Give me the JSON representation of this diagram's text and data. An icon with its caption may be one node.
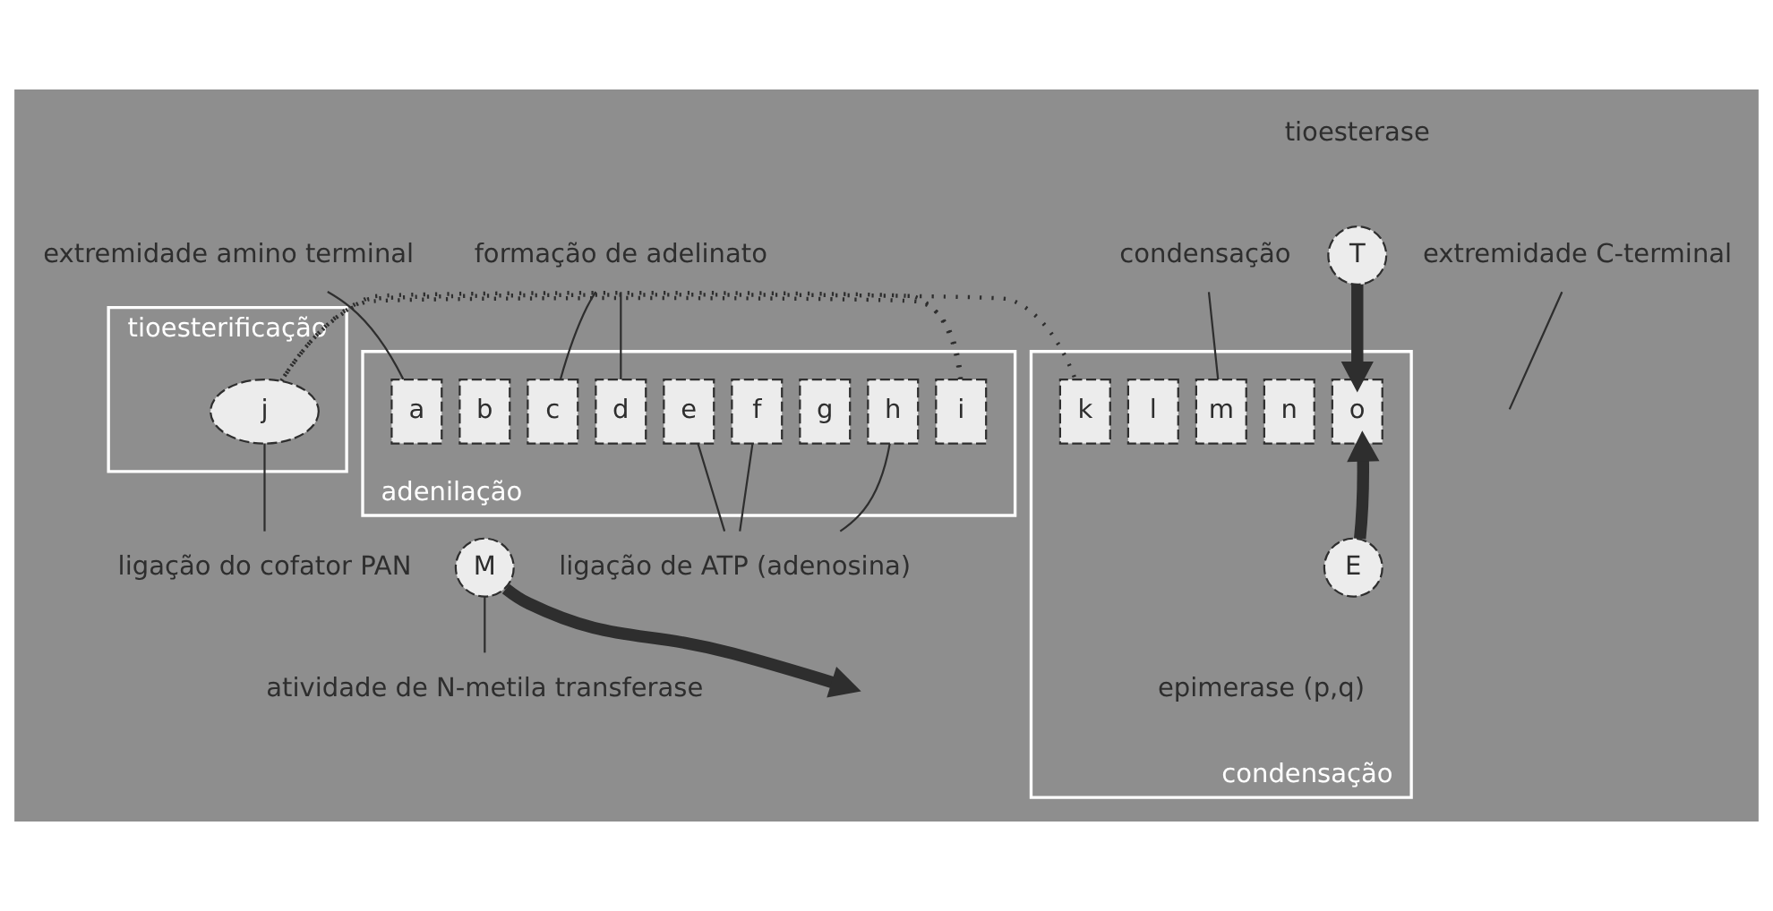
{
  "diagram": {
    "nodes": [
      {
        "text": [
          "adenilação"
        ]
      },
      {
        "text": [
          "a"
        ],
        "in": 0
      },
      {
        "text": [
          "b"
        ],
        "in": 0
      },
      {
        "text": [
          "c"
        ],
        "in": 0
      },
      {
        "text": [
          "d"
        ],
        "in": 0
      },
      {
        "text": [
          "e"
        ],
        "in": 0
      },
      {
        "text": [
          "f"
        ],
        "in": 0
      },
      {
        "text": [
          "g"
        ],
        "in": 0
      },
      {
        "text": [
          "h"
        ],
        "in": 0
      },
      {
        "text": [
          "i"
        ],
        "in": 0
      },
      {
        "text": [
          "tioesterificação"
        ]
      },
      {
        "text": [
          "j"
        ],
        "in": 10
      },
      {
        "text": [
          "condensação"
        ]
      },
      {
        "text": [
          "k"
        ],
        "in": 12
      },
      {
        "text": [
          "l"
        ],
        "in": 12
      },
      {
        "text": [
          "m"
        ],
        "in": 12
      },
      {
        "text": [
          "n"
        ],
        "in": 12
      },
      {
        "text": [
          "o"
        ],
        "in": 12
      },
      {
        "text": [
          "T"
        ],
        "beside": [
          "tioesterase"
        ]
      },
      {
        "text": [
          "E"
        ],
        "in": 12,
        "beside": [
          "epimerase (p,q)"
        ]
      },
      {
        "text": [
          "M"
        ]
      },
      {
        "text": [
          "extremidade amino terminal"
        ]
      },
      {
        "text": [
          "formação de adelinato"
        ]
      },
      {
        "text": [
          "ligação de ATP (adenosina)"
        ]
      },
      {
        "text": [
          "ligação do cofator PAN"
        ]
      },
      {
        "text": [
          "atividade de N-metila transferase"
        ]
      },
      {
        "text": [
          "condensação"
        ]
      },
      {
        "text": [
          "extremidade C-terminal"
        ]
      }
    ],
    "edges": [
      {
        "from": 9,
        "to": 11,
        "arrow": "none",
        "style": "dashed"
      },
      {
        "from": 11,
        "to": 13,
        "arrow": "none",
        "style": "dashed"
      },
      {
        "from": 20,
        "to": null,
        "arrow": "to",
        "style": "thick"
      },
      {
        "from": 18,
        "to": 17,
        "arrow": "to",
        "style": "thick"
      },
      {
        "from": 19,
        "to": 17,
        "arrow": "to",
        "style": "thick"
      },
      {
        "from": 21,
        "to": 1,
        "arrow": "none"
      },
      {
        "from": 22,
        "to": 3,
        "arrow": "none"
      },
      {
        "from": 22,
        "to": 4,
        "arrow": "none"
      },
      {
        "from": 23,
        "to": 5,
        "arrow": "none"
      },
      {
        "from": 23,
        "to": 6,
        "arrow": "none"
      },
      {
        "from": 23,
        "to": 8,
        "arrow": "none"
      },
      {
        "from": 24,
        "to": 11,
        "arrow": "none"
      },
      {
        "from": 25,
        "to": 20,
        "arrow": "none"
      },
      {
        "from": 26,
        "to": 15,
        "arrow": "none"
      },
      {
        "from": 27,
        "to": null,
        "arrow": "none"
      }
    ]
  }
}
